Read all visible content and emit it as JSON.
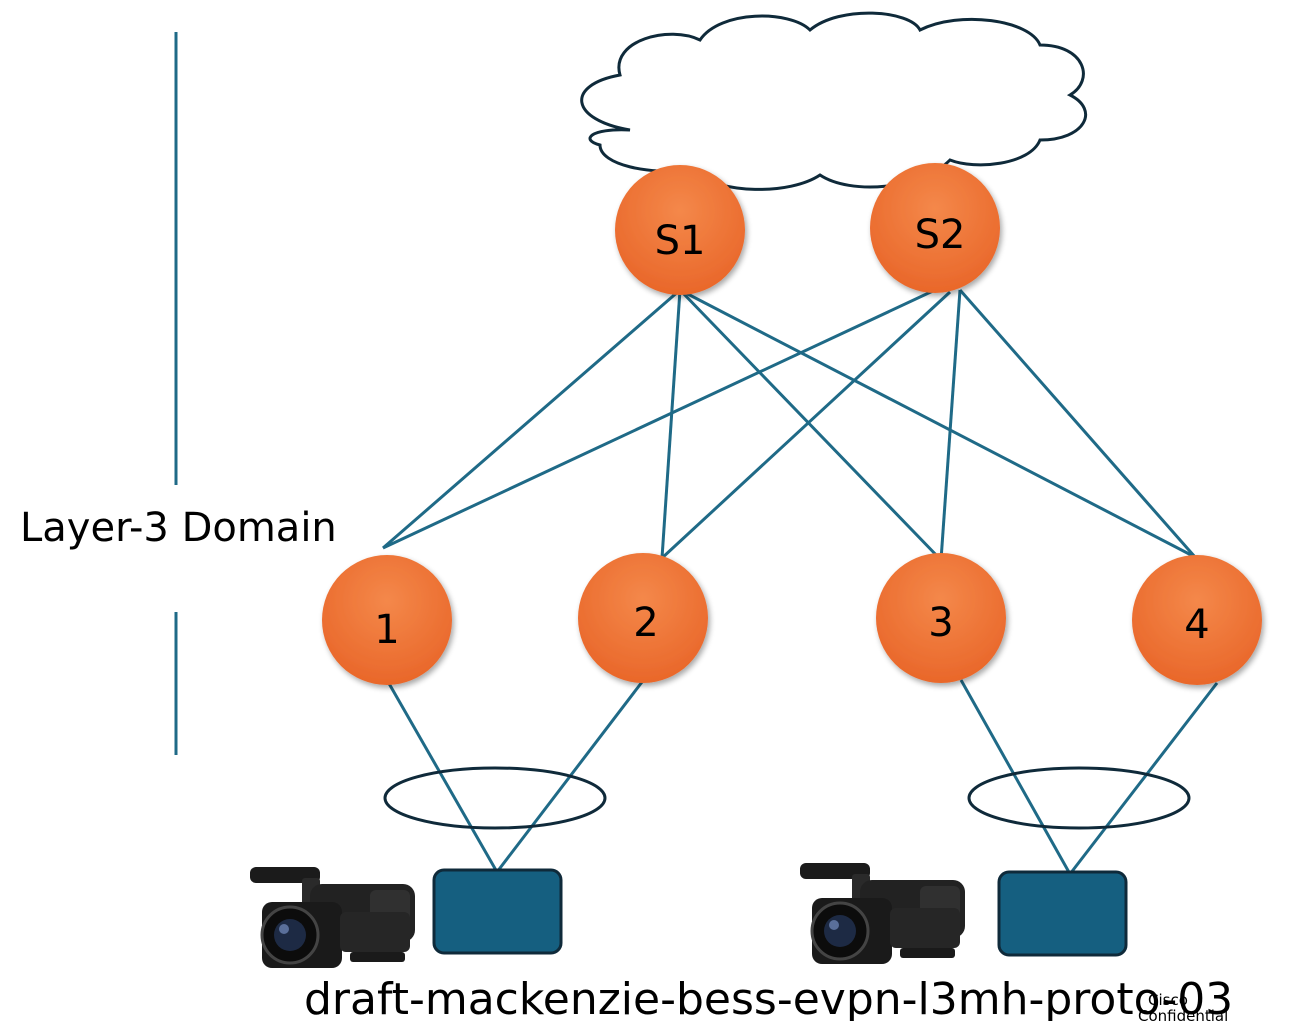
{
  "diagram": {
    "domain_label": "Layer-3 Domain",
    "spines": [
      {
        "id": "S1",
        "label": "S1"
      },
      {
        "id": "S2",
        "label": "S2"
      }
    ],
    "leaves": [
      {
        "id": "1",
        "label": "1"
      },
      {
        "id": "2",
        "label": "2"
      },
      {
        "id": "3",
        "label": "3"
      },
      {
        "id": "4",
        "label": "4"
      }
    ],
    "links": [
      [
        "S1",
        "1"
      ],
      [
        "S1",
        "2"
      ],
      [
        "S1",
        "3"
      ],
      [
        "S1",
        "4"
      ],
      [
        "S2",
        "1"
      ],
      [
        "S2",
        "2"
      ],
      [
        "S2",
        "3"
      ],
      [
        "S2",
        "4"
      ]
    ],
    "multihomed_hosts": [
      {
        "id": "host-a",
        "attached_to": [
          "1",
          "2"
        ],
        "icon": "video-camera-icon"
      },
      {
        "id": "host-b",
        "attached_to": [
          "3",
          "4"
        ],
        "icon": "video-camera-icon"
      }
    ],
    "colors": {
      "node_fill": "#ef7b3c",
      "link_stroke": "#1f6a87",
      "host_fill": "#155f80"
    }
  },
  "footer": {
    "title": "draft-mackenzie-bess-evpn-l3mh-proto-03",
    "org": "Cisco",
    "classification": "Confidential"
  }
}
